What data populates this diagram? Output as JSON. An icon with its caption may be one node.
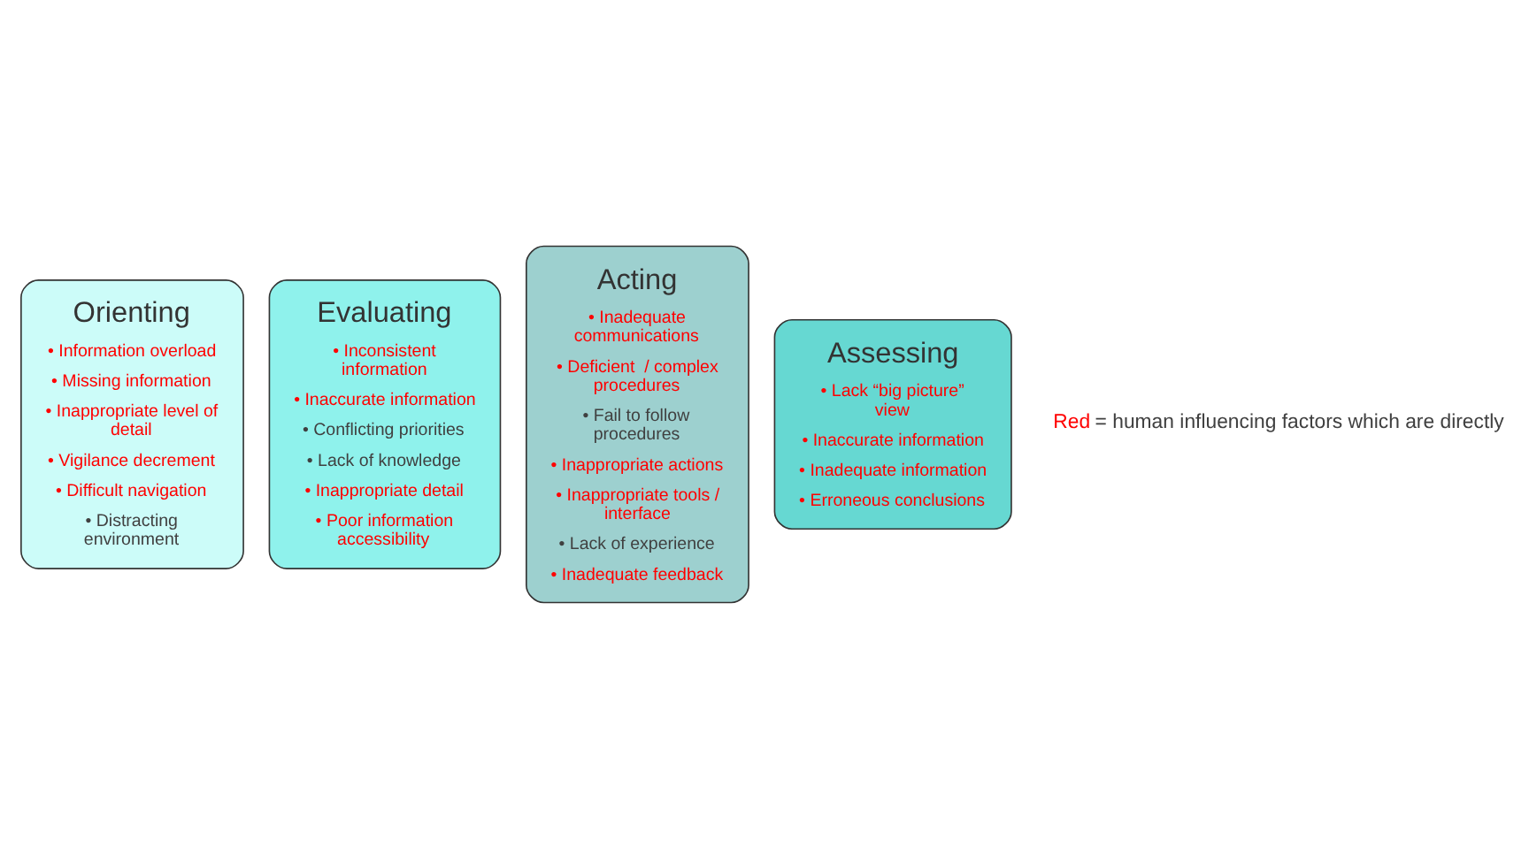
{
  "diagram": {
    "nodes": [
      {
        "text": [
          "Orienting",
          "• Information overload",
          "• Missing information",
          "• Inappropriate level of detail",
          "• Vigilance decrement",
          "• Difficult navigation",
          "• Distracting environment"
        ]
      },
      {
        "text": [
          "Evaluating",
          "• Inconsistent information",
          "• Inaccurate information",
          "• Conflicting priorities",
          "• Lack of knowledge",
          "• Inappropriate detail",
          "• Poor information accessibility"
        ]
      },
      {
        "text": [
          "Acting",
          "• Inadequate communications",
          "• Deficient  / complex procedures",
          "• Fail to follow procedures",
          "• Inappropriate actions",
          "• Inappropriate tools / interface",
          "• Lack of experience",
          "• Inadequate feedback"
        ]
      },
      {
        "text": [
          "Assessing",
          "• Lack “big picture” view",
          "• Inaccurate information",
          "• Inadequate information",
          "• Erroneous conclusions"
        ]
      }
    ],
    "labels": [
      "Red = human influencing factors which are directly"
    ]
  }
}
